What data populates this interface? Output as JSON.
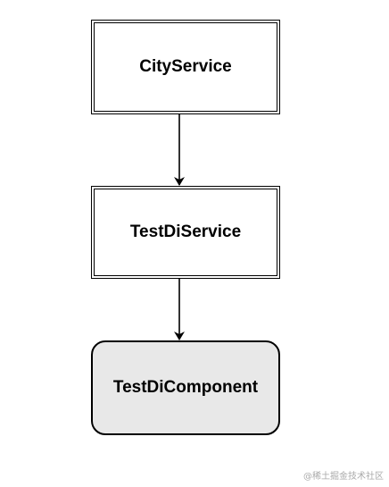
{
  "nodes": {
    "city_service": "CityService",
    "test_di_service": "TestDiService",
    "test_di_component": "TestDiComponent"
  },
  "watermark": "@稀土掘金技术社区",
  "colors": {
    "stroke": "#000000",
    "component_fill": "#e8e8e8",
    "service_fill": "#ffffff"
  }
}
